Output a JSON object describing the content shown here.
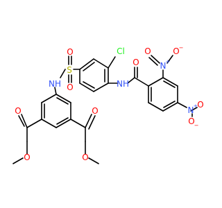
{
  "colors": {
    "bond": "#000000",
    "oxygen": "#ff0000",
    "nitrogen": "#3050f8",
    "sulfur": "#b2b200",
    "chlorine": "#1ff01f",
    "carbon": "#000000",
    "background": "#ffffff"
  },
  "atom_labels": {
    "cl": "Cl",
    "o": "O",
    "s": "S",
    "n": "N",
    "nh": "NH",
    "n_plus": "N",
    "plus": "+",
    "minus": "−"
  }
}
